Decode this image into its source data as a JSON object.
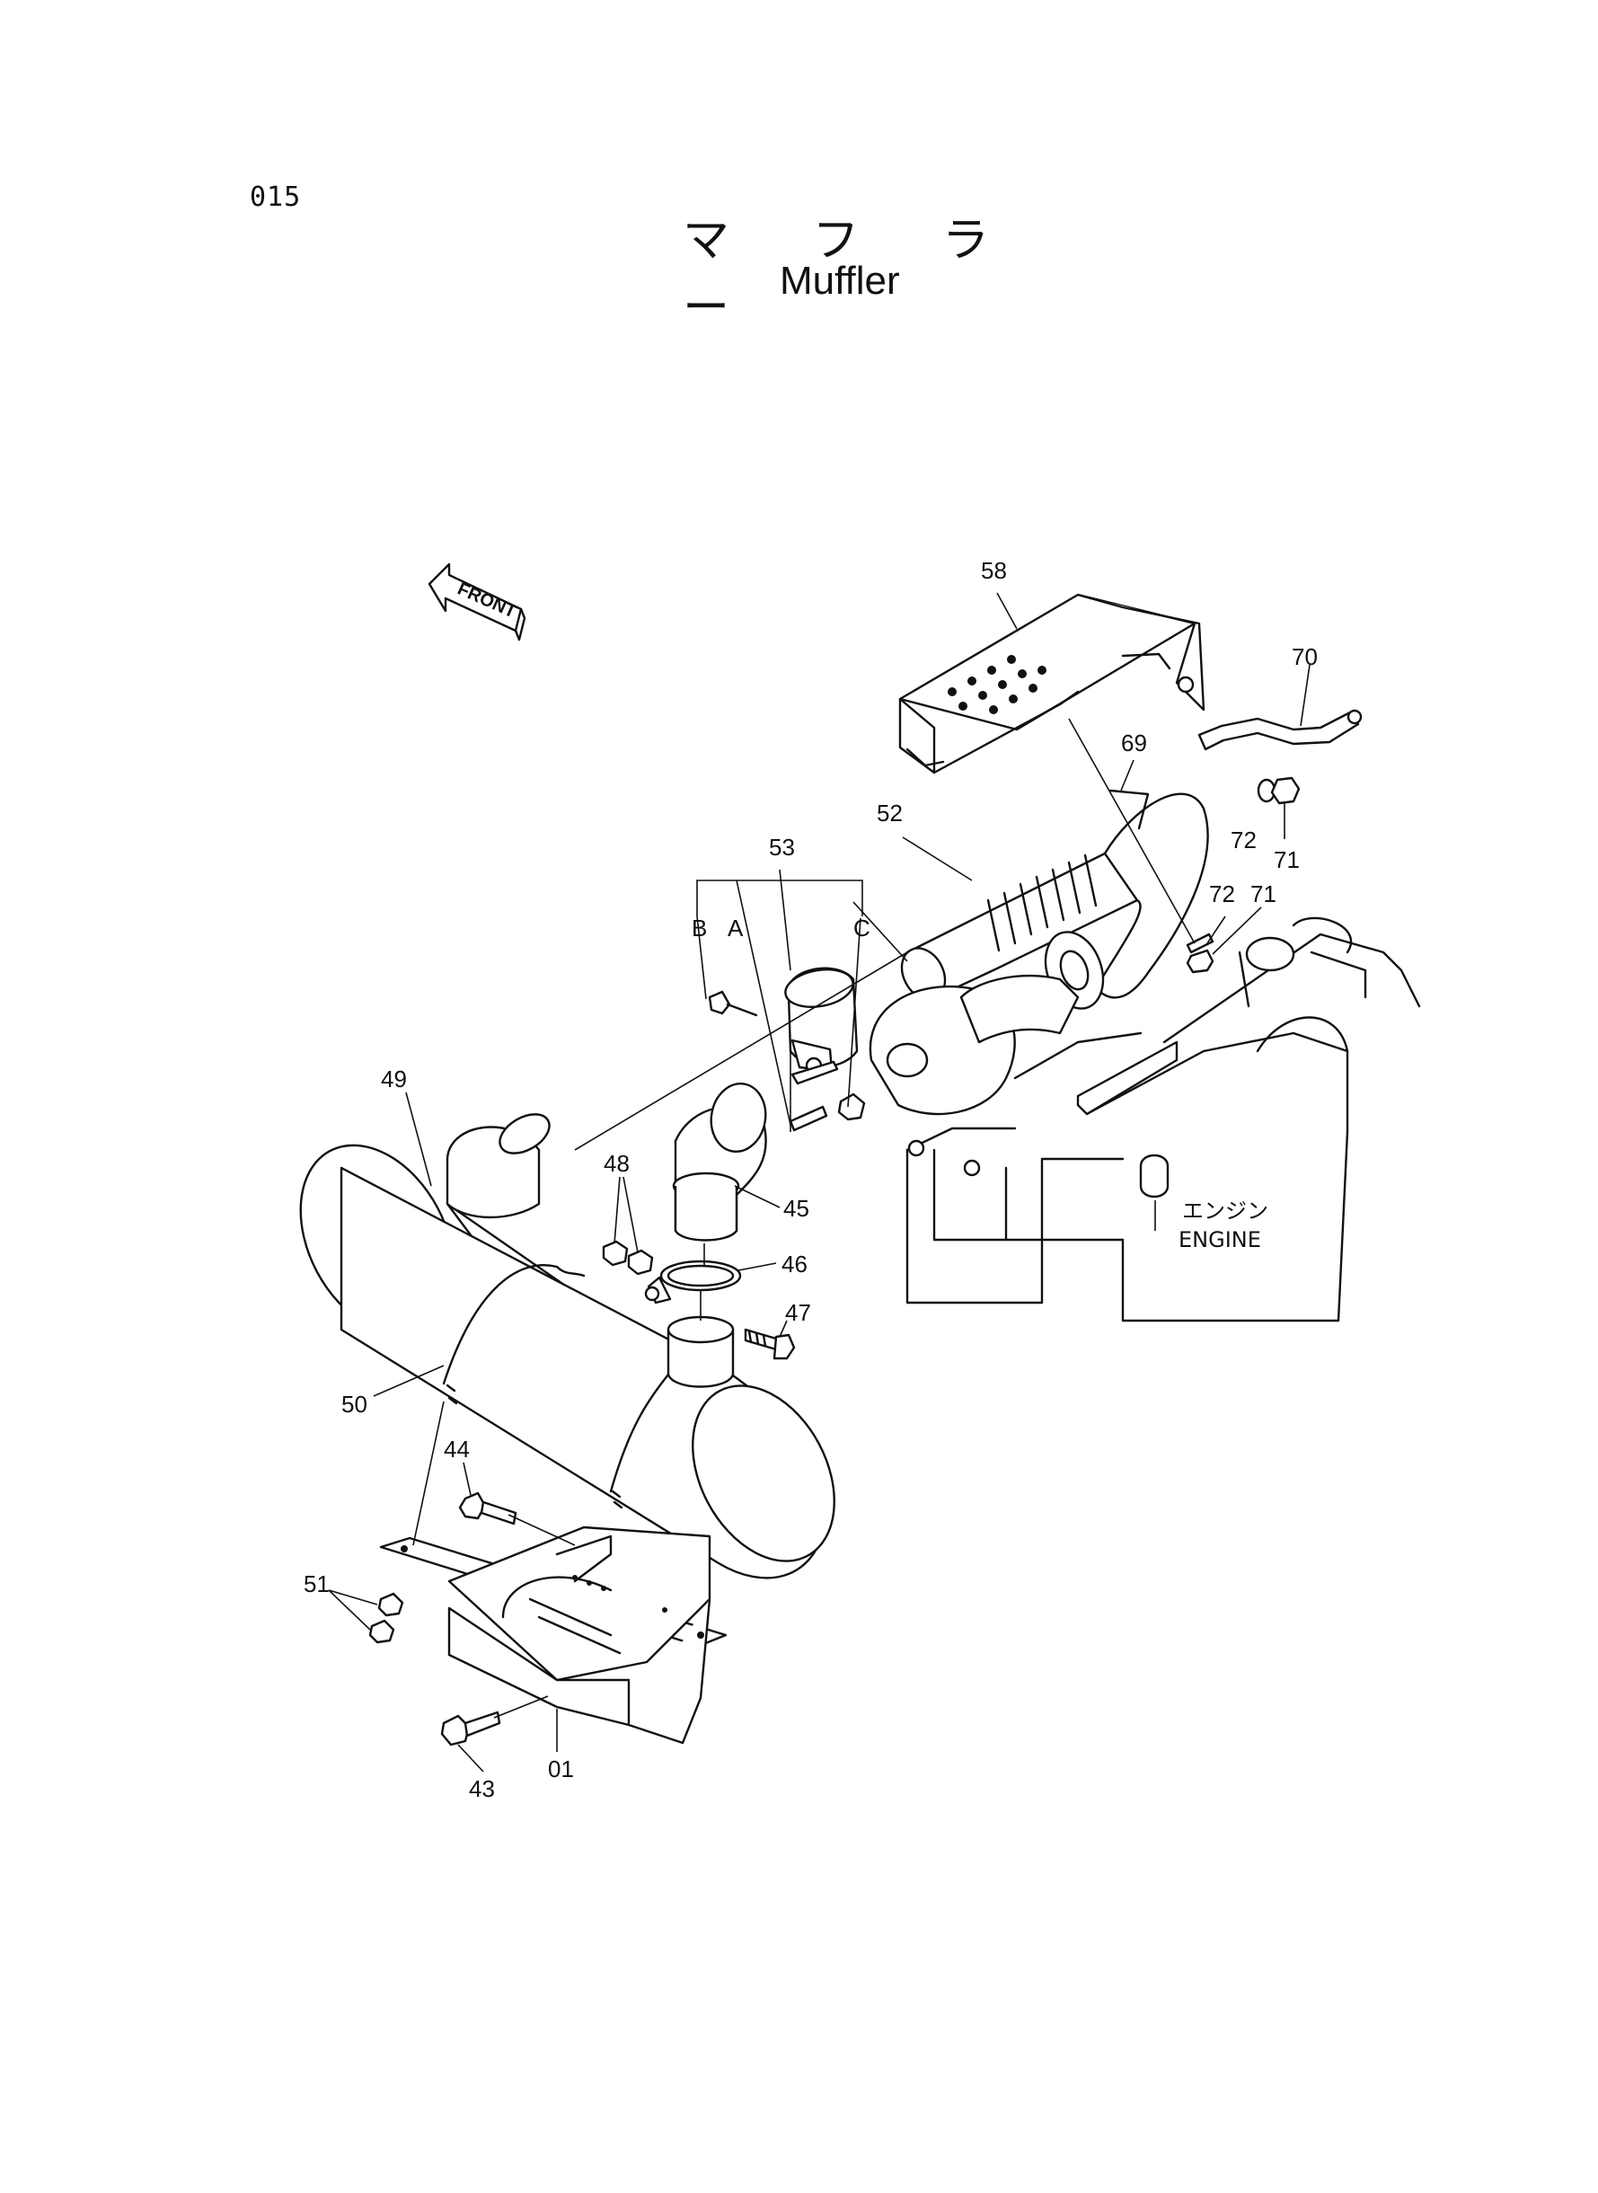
{
  "page": {
    "number": "015"
  },
  "title": {
    "japanese": "マ フ ラ ー",
    "english": "Muffler"
  },
  "front_marker": "FRONT",
  "engine_label": {
    "japanese": "エンジン",
    "english": "ENGINE"
  },
  "callouts": {
    "c58": "58",
    "c70": "70",
    "c69": "69",
    "c52": "52",
    "c53": "53",
    "cB": "B",
    "cA": "A",
    "cC": "C",
    "c72a": "72",
    "c71a": "71",
    "c72b": "72",
    "c71b": "71",
    "c49": "49",
    "c48": "48",
    "c45": "45",
    "c46": "46",
    "c47": "47",
    "c50": "50",
    "c44": "44",
    "c51": "51",
    "c01": "01",
    "c43": "43"
  }
}
